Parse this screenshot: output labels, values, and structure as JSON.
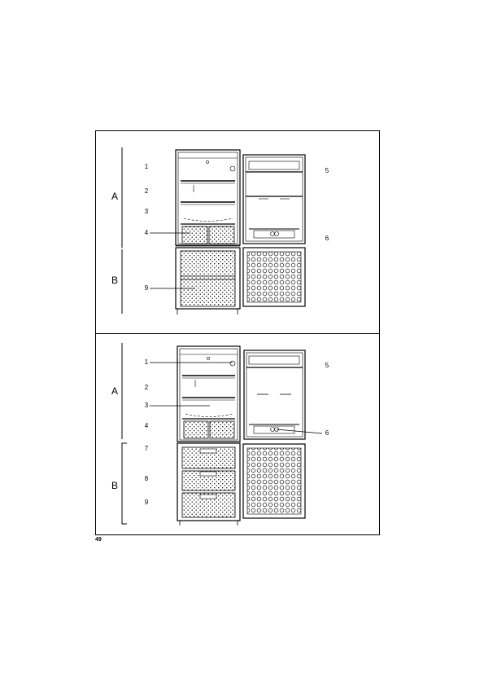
{
  "page_ref": "49",
  "diagrams": [
    {
      "sections": [
        "A",
        "B"
      ],
      "labels": [
        "1",
        "2",
        "3",
        "4",
        "5",
        "6",
        "9"
      ]
    },
    {
      "sections": [
        "A",
        "B"
      ],
      "labels": [
        "1",
        "2",
        "3",
        "4",
        "5",
        "6",
        "7",
        "8",
        "9"
      ]
    }
  ]
}
